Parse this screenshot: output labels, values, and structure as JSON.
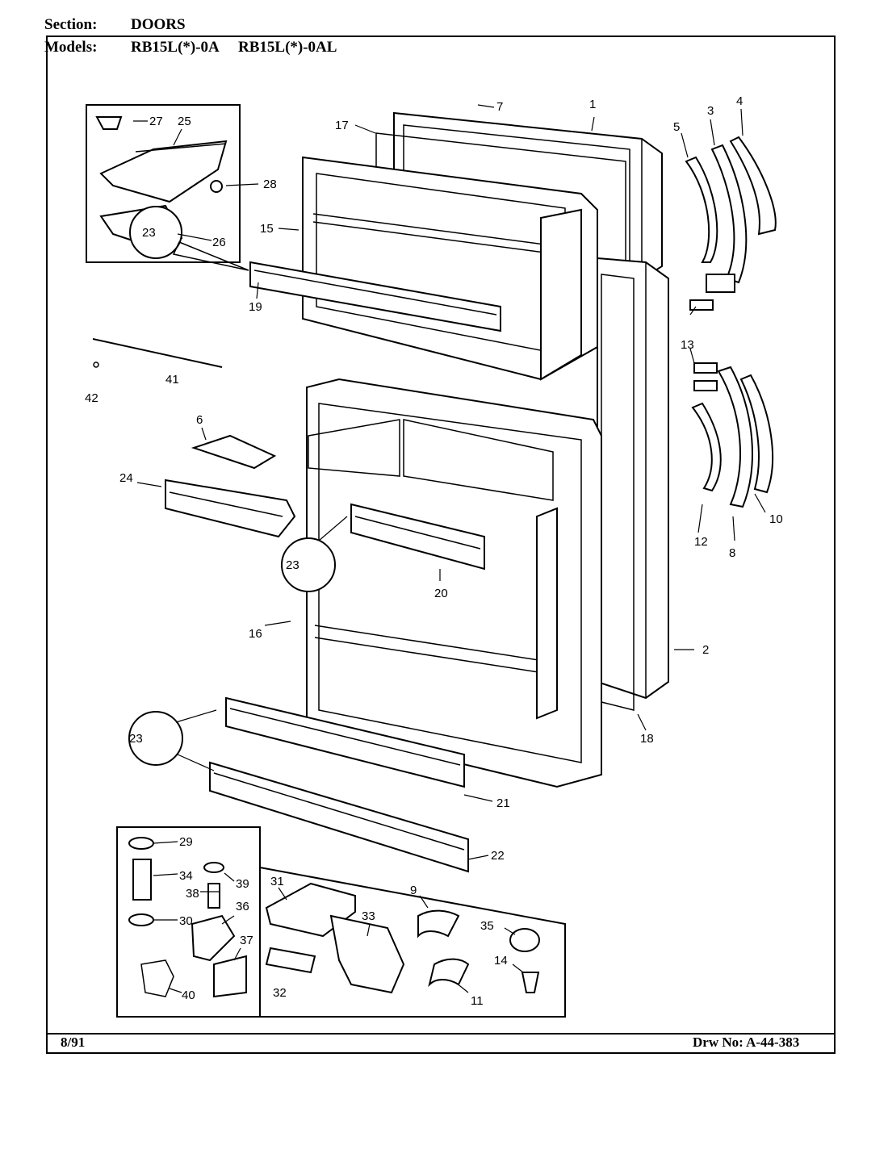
{
  "header": {
    "section_label": "Section:",
    "section_value": "DOORS",
    "models_label": "Models:",
    "model_1": "RB15L(*)-0A",
    "model_2": "RB15L(*)-0AL"
  },
  "footer": {
    "date": "8/91",
    "drawing_number": "Drw No: A-44-383"
  },
  "callouts": {
    "c1": "1",
    "c2": "2",
    "c3": "3",
    "c4": "4",
    "c5": "5",
    "c6": "6",
    "c7": "7",
    "c8": "8",
    "c9": "9",
    "c10": "10",
    "c11": "11",
    "c12": "12",
    "c13": "13",
    "c14": "14",
    "c15": "15",
    "c16": "16",
    "c17": "17",
    "c18": "18",
    "c19": "19",
    "c20": "20",
    "c21": "21",
    "c22": "22",
    "c23": "23",
    "c24": "24",
    "c25": "25",
    "c26": "26",
    "c27": "27",
    "c28": "28",
    "c29": "29",
    "c30": "30",
    "c31": "31",
    "c32": "32",
    "c33": "33",
    "c34": "34",
    "c35": "35",
    "c36": "36",
    "c37": "37",
    "c38": "38",
    "c39": "39",
    "c40": "40",
    "c41": "41",
    "c42": "42"
  }
}
